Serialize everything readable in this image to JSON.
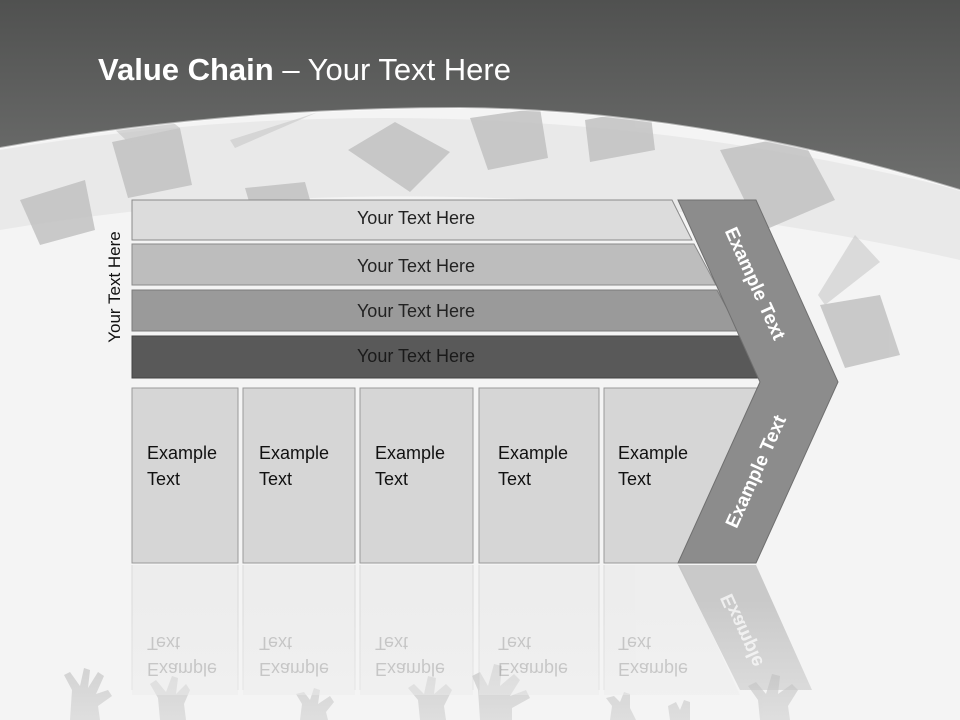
{
  "slide": {
    "title_bold": "Value Chain",
    "title_rest": " – Your Text Here",
    "side_label": "Your Text Here",
    "bars": [
      {
        "label": "Your Text Here",
        "color": "#dcdcdc"
      },
      {
        "label": "Your Text Here",
        "color": "#bdbdbd"
      },
      {
        "label": "Your Text Here",
        "color": "#9a9a9a"
      },
      {
        "label": "Your Text Here",
        "color": "#595959"
      }
    ],
    "columns": [
      {
        "line1": "Example",
        "line2": "Text"
      },
      {
        "line1": "Example",
        "line2": "Text"
      },
      {
        "line1": "Example",
        "line2": "Text"
      },
      {
        "line1": "Example",
        "line2": "Text"
      },
      {
        "line1": "Example",
        "line2": "Text"
      }
    ],
    "chevron_top": "Example Text",
    "chevron_bottom": "Example Text",
    "chevron_bottom_reflection": "Example",
    "colors": {
      "header": "#5a5b5a",
      "chevron": "#8c8c8c",
      "column": "#d6d6d6"
    }
  }
}
